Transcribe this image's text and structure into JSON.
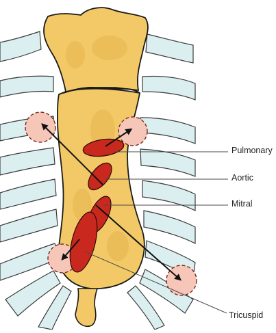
{
  "labels": {
    "pulmonary": "Pulmonary",
    "aortic": "Aortic",
    "mitral": "Mitral",
    "tricuspid": "Tricuspid"
  },
  "colors": {
    "bone": "#f2c966",
    "bone_outline": "#1a1a1a",
    "rib": "#dbeef0",
    "rib_outline": "#3a3a3a",
    "valve": "#c8281e",
    "auscultation_area": "#f6c7b9",
    "leader_line": "#4a4a4a"
  }
}
